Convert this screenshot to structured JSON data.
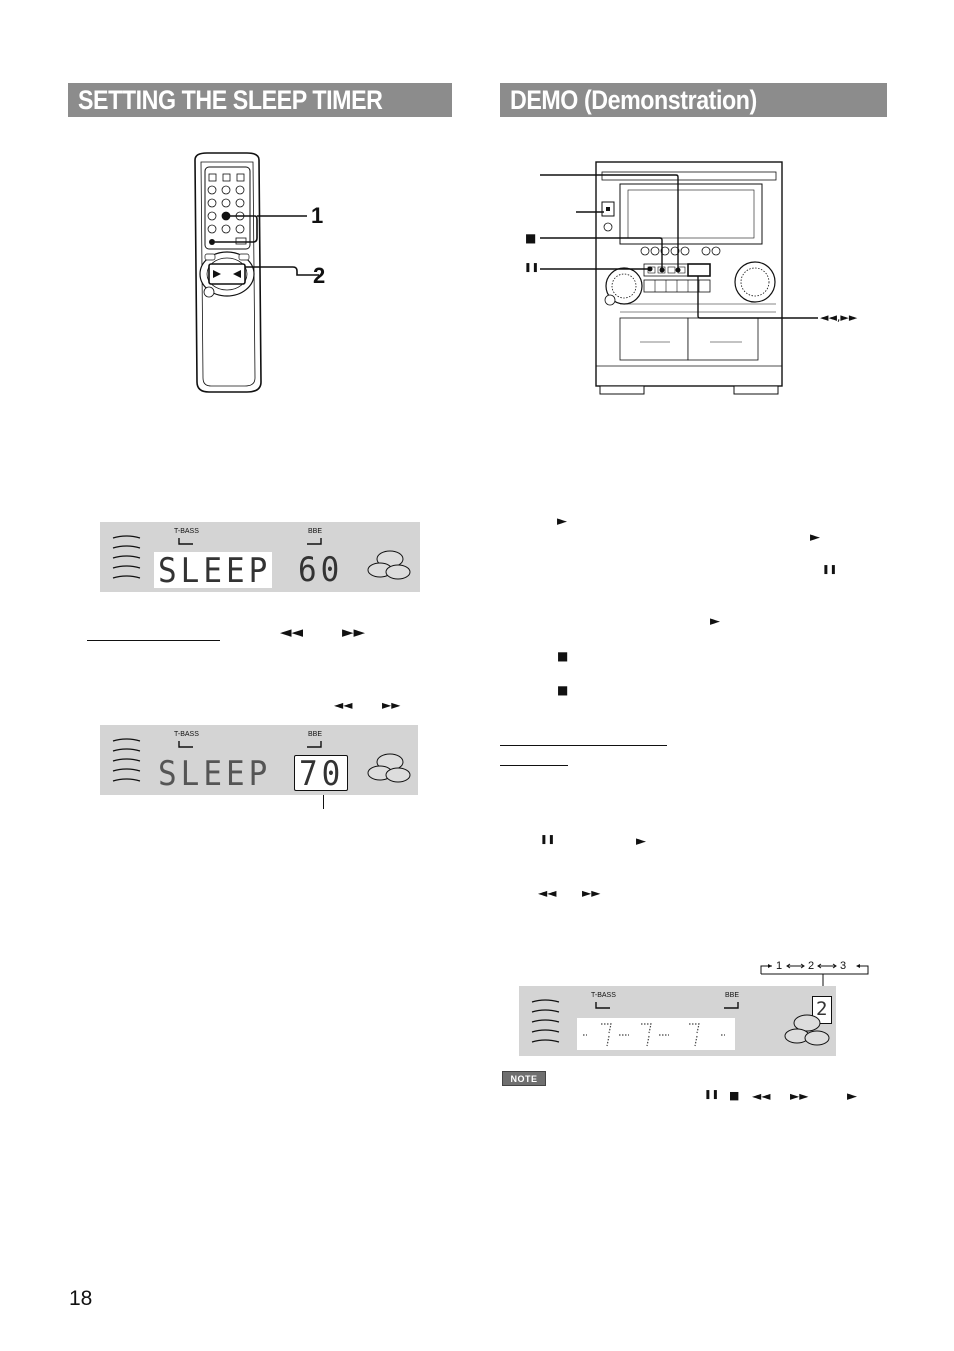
{
  "left_section": {
    "title": "SETTING THE SLEEP TIMER"
  },
  "right_section": {
    "title": "DEMO (Demonstration)"
  },
  "remote": {
    "callout_1": "1",
    "callout_2": "2"
  },
  "sleep_display_1": {
    "label_tbass": "T-BASS",
    "label_bbe": "BBE",
    "text": "SLEEP",
    "minutes": "60"
  },
  "sleep_display_2": {
    "label_tbass": "T-BASS",
    "label_bbe": "BBE",
    "text": "SLEEP",
    "minutes": "70"
  },
  "symbols": {
    "play": "►",
    "pause": "❚❚",
    "stop": "■",
    "rewind": "◄◄",
    "fast_forward": "►►",
    "rew_ff_label": "◄◄,►►"
  },
  "demo_display": {
    "label_tbass": "T-BASS",
    "label_bbe": "BBE",
    "sequence": [
      "1",
      "2",
      "3"
    ],
    "digit": "2"
  },
  "note": {
    "badge": "NOTE"
  },
  "page_number": "18"
}
